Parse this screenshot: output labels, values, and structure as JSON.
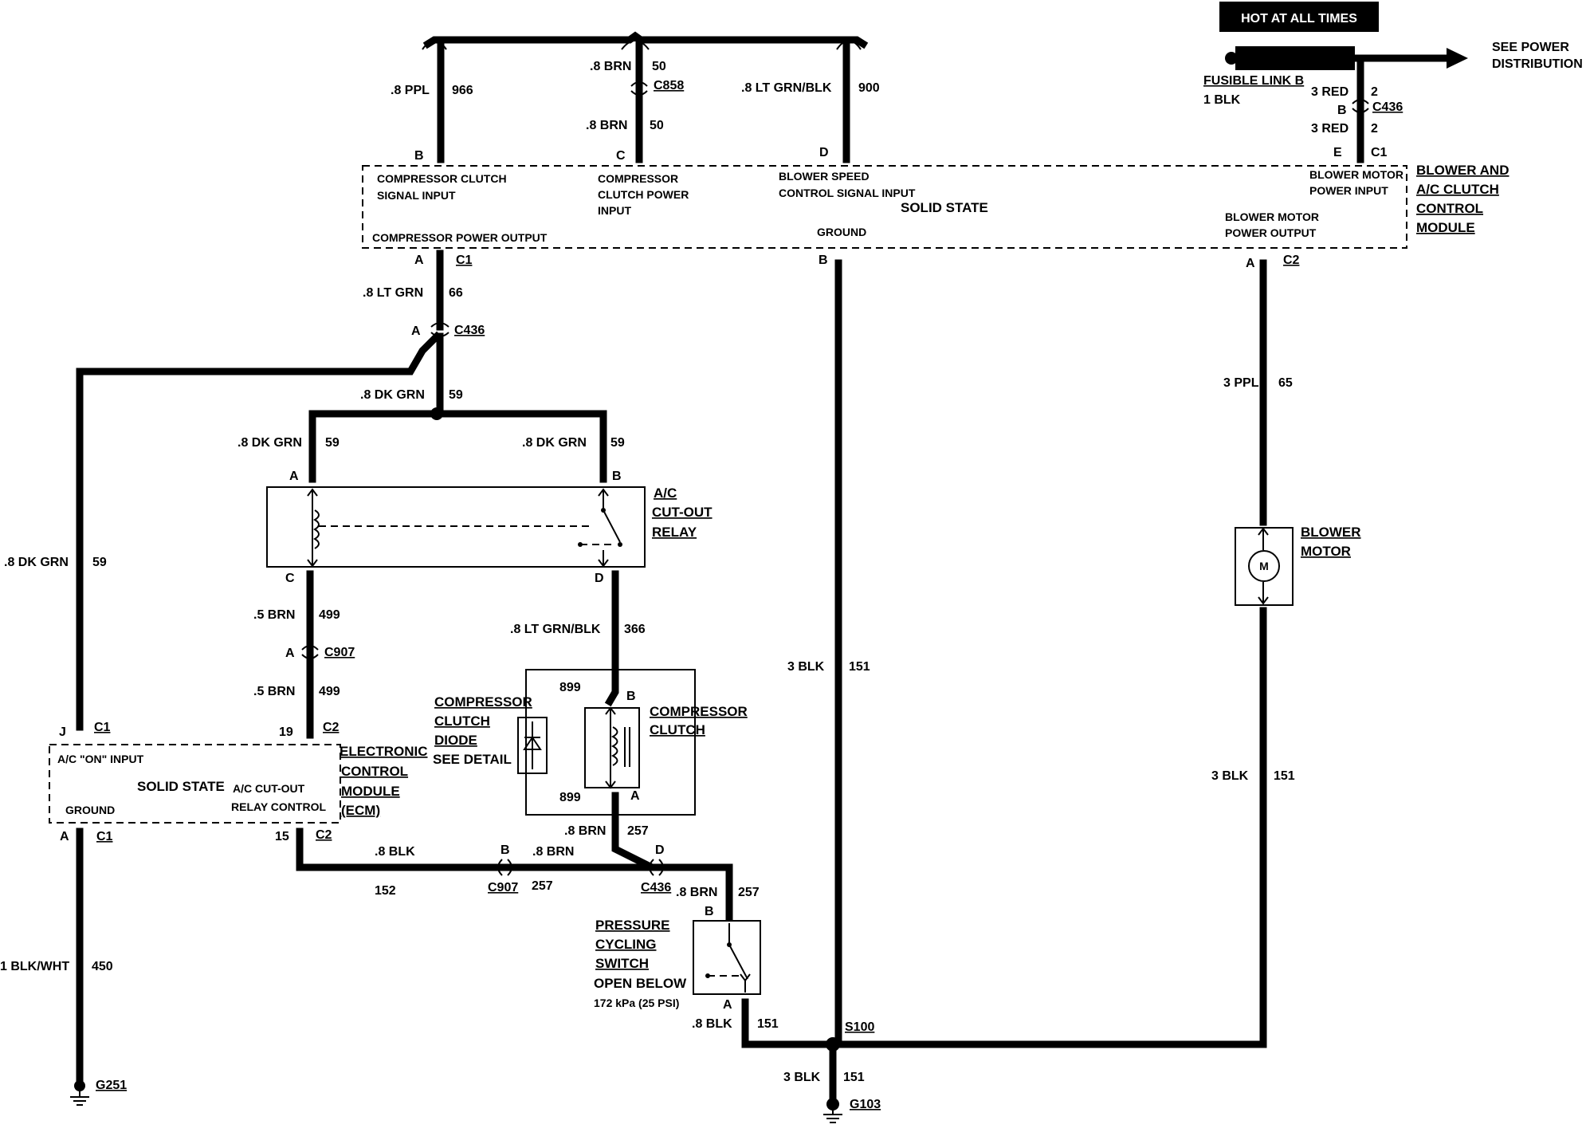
{
  "hot": "HOT AT ALL TIMES",
  "see_power": [
    "SEE POWER",
    "DISTRIBUTION"
  ],
  "fusible": {
    "name": "FUSIBLE LINK B",
    "wire": "1 BLK"
  },
  "top_wires": {
    "w966": {
      "gauge": ".8 PPL",
      "circuit": "966"
    },
    "w50a": {
      "gauge": ".8 BRN",
      "circuit": "50"
    },
    "c858": "C858",
    "w50b": {
      "gauge": ".8 BRN",
      "circuit": "50"
    },
    "w900": {
      "gauge": ".8 LT GRN/BLK",
      "circuit": "900"
    },
    "w2a": {
      "gauge": "3 RED",
      "circuit": "2"
    },
    "c436_top": "C436",
    "w2b": {
      "gauge": "3 RED",
      "circuit": "2"
    }
  },
  "module": {
    "pins_top": {
      "b": "B",
      "c": "C",
      "d": "D",
      "e": "E",
      "c1": "C1",
      "pb": "B"
    },
    "labels": {
      "csi": [
        "COMPRESSOR CLUTCH",
        "SIGNAL INPUT"
      ],
      "ccpi": [
        "COMPRESSOR",
        "CLUTCH POWER",
        "INPUT"
      ],
      "bscs": [
        "BLOWER SPEED",
        "CONTROL SIGNAL INPUT"
      ],
      "bmpi": [
        "BLOWER MOTOR",
        "POWER INPUT"
      ],
      "solid": "SOLID STATE",
      "cpo": "COMPRESSOR POWER OUTPUT",
      "ground": "GROUND",
      "bmpo": [
        "BLOWER MOTOR",
        "POWER OUTPUT"
      ]
    },
    "title": [
      "BLOWER AND",
      "A/C CLUTCH",
      "CONTROL",
      "MODULE"
    ],
    "pins_bottom": {
      "a": "A",
      "c1": "C1",
      "b": "B",
      "a2": "A",
      "c2": "C2"
    }
  },
  "left": {
    "w66": {
      "gauge": ".8 LT GRN",
      "circuit": "66"
    },
    "c436": {
      "pin": "A",
      "name": "C436"
    },
    "w59": {
      "gauge": ".8 DK GRN",
      "circuit": "59"
    },
    "w59a": {
      "gauge": ".8 DK GRN",
      "circuit": "59"
    },
    "w59b": {
      "gauge": ".8 DK GRN",
      "circuit": "59"
    },
    "w59c": {
      "gauge": ".8 DK GRN",
      "circuit": "59"
    }
  },
  "relay": {
    "pins": {
      "a": "A",
      "b": "B",
      "c": "C",
      "d": "D"
    },
    "title": [
      "A/C",
      "CUT-OUT",
      "RELAY"
    ]
  },
  "mid": {
    "w499a": {
      "gauge": ".5 BRN",
      "circuit": "499"
    },
    "c907": {
      "pin": "A",
      "name": "C907"
    },
    "w499b": {
      "gauge": ".5 BRN",
      "circuit": "499"
    },
    "w366": {
      "gauge": ".8 LT GRN/BLK",
      "circuit": "366"
    }
  },
  "ecm": {
    "pins_top": {
      "j": "J",
      "c1": "C1",
      "n19": "19",
      "c2": "C2"
    },
    "acon": "A/C \"ON\" INPUT",
    "solid": "SOLID STATE",
    "cut": [
      "A/C CUT-OUT",
      "RELAY CONTROL"
    ],
    "ground": "GROUND",
    "title": [
      "ELECTRONIC",
      "CONTROL",
      "MODULE",
      "(ECM)"
    ],
    "pins_bottom": {
      "a": "A",
      "c1": "C1",
      "n15": "15",
      "c2": "C2"
    }
  },
  "diode": {
    "title": [
      "COMPRESSOR",
      "CLUTCH",
      "DIODE"
    ],
    "see": "SEE DETAIL",
    "c899a": "899",
    "c899b": "899"
  },
  "clutch": {
    "title": [
      "COMPRESSOR",
      "CLUTCH"
    ],
    "pin_b": "B",
    "pin_a": "A"
  },
  "bottom": {
    "w257a": {
      "gauge": ".8 BRN",
      "circuit": "257"
    },
    "d": "D",
    "b": "B",
    "w152": {
      "gauge": ".8 BLK",
      "circuit": "152"
    },
    "w257b": {
      "gauge": ".8 BRN",
      "circuit": "257"
    },
    "c907": "C907",
    "c907_circuit": "257",
    "c436": "C436",
    "w257c": {
      "gauge": ".8 BRN",
      "circuit": "257"
    }
  },
  "pswitch": {
    "pin_b": "B",
    "pin_a": "A",
    "title": [
      "PRESSURE",
      "CYCLING",
      "SWITCH"
    ],
    "note": [
      "OPEN BELOW",
      "172 kPa (25 PSI)"
    ]
  },
  "ground": {
    "w151a": {
      "gauge": ".8 BLK",
      "circuit": "151"
    },
    "s100": "S100",
    "w151b": {
      "gauge": "3 BLK",
      "circuit": "151"
    },
    "g103": "G103",
    "w151c": {
      "gauge": "3 BLK",
      "circuit": "151"
    },
    "w450": {
      "gauge": "1 BLK/WHT",
      "circuit": "450"
    },
    "g251": "G251"
  },
  "blower": {
    "w65": {
      "gauge": "3 PPL",
      "circuit": "65"
    },
    "title": [
      "BLOWER",
      "MOTOR"
    ],
    "m": "M",
    "w151": {
      "gauge": "3 BLK",
      "circuit": "151"
    }
  }
}
